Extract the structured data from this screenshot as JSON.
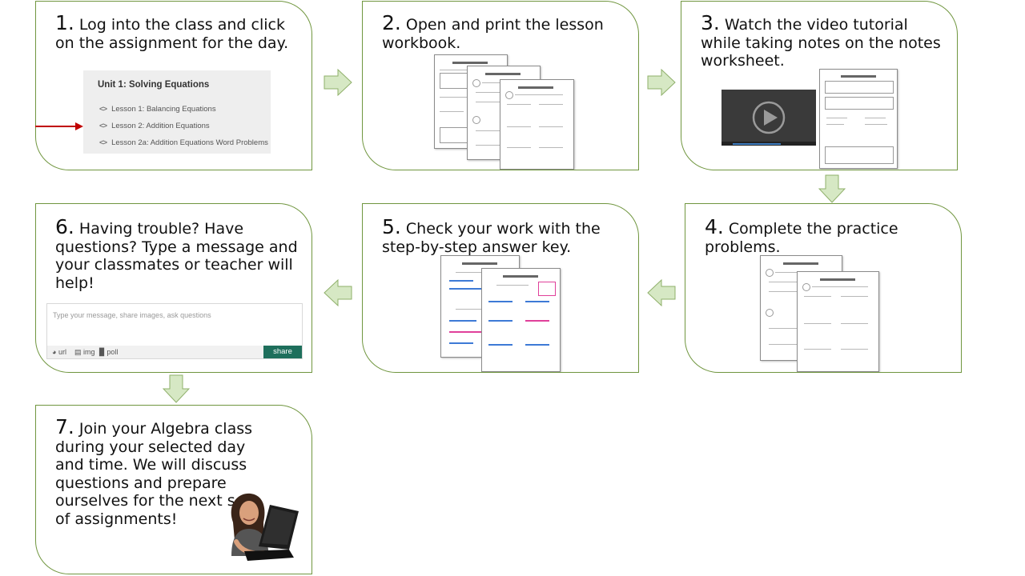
{
  "steps": [
    {
      "num": "1.",
      "text": "Log into the class and click on the assignment for the day."
    },
    {
      "num": "2.",
      "text": "Open and print the lesson workbook."
    },
    {
      "num": "3.",
      "text": "Watch the video tutorial while taking notes on the notes worksheet."
    },
    {
      "num": "4.",
      "text": "Complete the practice problems."
    },
    {
      "num": "5.",
      "text": "Check your work with the step-by-step answer key."
    },
    {
      "num": "6.",
      "text": "Having trouble?  Have questions? Type a message and your classmates or teacher will help!"
    },
    {
      "num": "7.",
      "text": "Join your Algebra class during your selected day and time.  We will discuss questions and prepare ourselves for the next set of assignments!"
    }
  ],
  "course": {
    "title": "Unit 1: Solving Equations",
    "lessons": [
      "Lesson 1: Balancing Equations",
      "Lesson 2: Addition Equations",
      "Lesson 2a: Addition Equations Word Problems"
    ],
    "lesson_code_glyph": "<>"
  },
  "message_box": {
    "placeholder": "Type your message, share images, ask questions",
    "tools": [
      "url",
      "img",
      "poll"
    ],
    "share_label": "share"
  },
  "colors": {
    "card_border": "#70963f",
    "arrow_fill": "#d6e8c4",
    "arrow_stroke": "#8fb06a",
    "pointer_arrow": "#c00000",
    "share_button": "#1e6f5c"
  }
}
